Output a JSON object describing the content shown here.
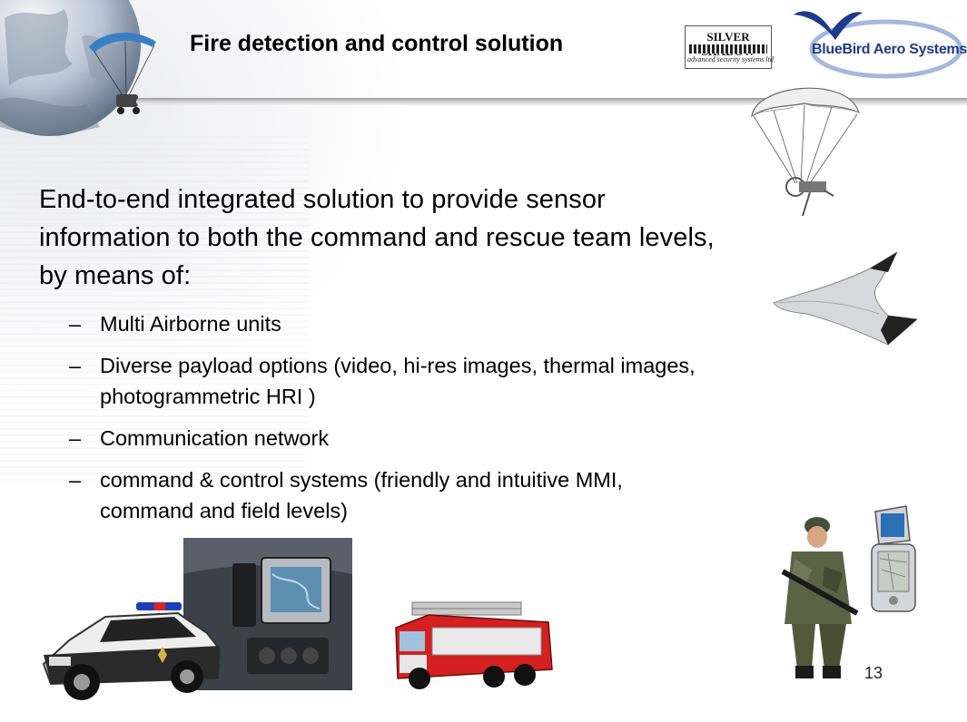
{
  "slide": {
    "title": "Fire detection and control solution",
    "logos": {
      "silver_shadow": {
        "text": "SILVER SHADOW",
        "tagline": "advanced security systems ltd"
      },
      "bluebird": {
        "text": "BlueBird Aero Systems"
      }
    },
    "intro_lines": [
      "End-to-end integrated solution to provide sensor",
      "information to both the command and rescue team levels,",
      "by means of:"
    ],
    "bullet_marker": "–",
    "bullets": [
      {
        "lines": [
          "Multi Airborne units"
        ]
      },
      {
        "lines": [
          "Diverse payload options (video, hi-res images, thermal images,",
          "photogrammetric HRI )"
        ]
      },
      {
        "lines": [
          "Communication network"
        ]
      },
      {
        "lines": [
          "command & control systems (friendly and intuitive MMI,",
          "command and field levels)"
        ]
      }
    ],
    "page_number": "13",
    "images": [
      "globe-with-paraglider",
      "parachute-payload",
      "flying-wing-uav",
      "police-car",
      "vehicle-dashboard-display",
      "fire-truck",
      "soldier",
      "handheld-pda"
    ],
    "colors": {
      "logo_blue": "#1d3a8a",
      "header_line": "#9a9a9a"
    }
  }
}
